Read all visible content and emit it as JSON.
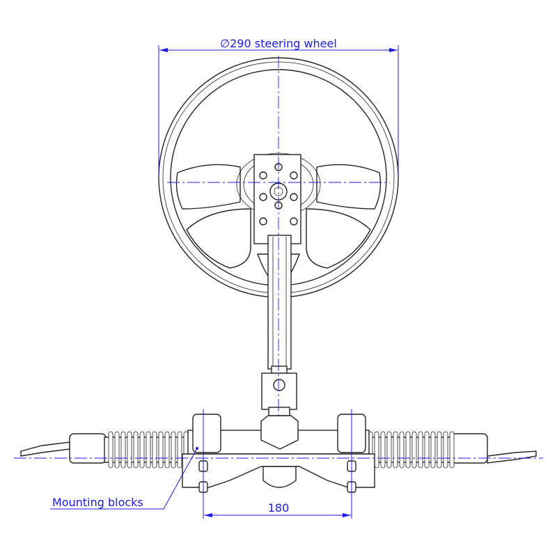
{
  "drawing": {
    "wheel_dimension_label": "∅290 steering wheel",
    "mount_spacing_label": "180",
    "mounting_blocks_label": "Mounting blocks",
    "colors": {
      "dimension": "#1a1ae6",
      "linework": "#222222"
    }
  }
}
